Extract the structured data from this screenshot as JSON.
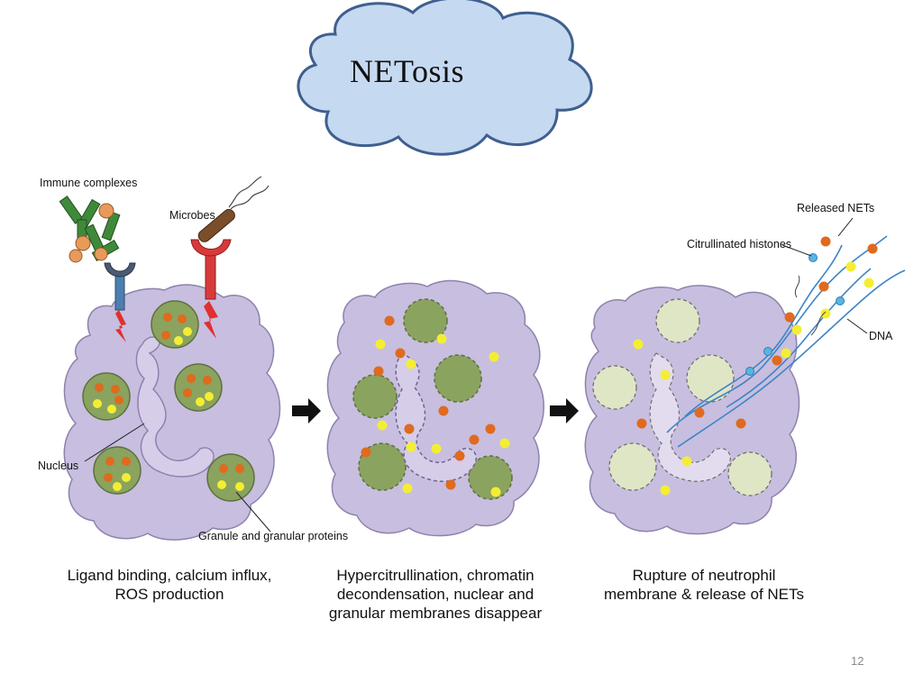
{
  "slide": {
    "title": "NETosis",
    "page_number": "12"
  },
  "labels": {
    "immune_complexes": "Immune complexes",
    "microbes": "Microbes",
    "nucleus": "Nucleus",
    "granules": "Granule and granular proteins",
    "released_nets": "Released NETs",
    "citrullinated_histones": "Citrullinated histones",
    "dna": "DNA"
  },
  "stages": [
    {
      "caption_lines": [
        "Ligand binding, calcium influx,",
        "ROS production"
      ]
    },
    {
      "caption_lines": [
        "Hypercitrullination, chromatin",
        "decondensation, nuclear and",
        "granular membranes disappear"
      ]
    },
    {
      "caption_lines": [
        "Rupture of neutrophil",
        "membrane & release of NETs"
      ]
    }
  ],
  "colors": {
    "cloud_fill": "#c5d9f1",
    "cloud_stroke": "#3f5f8f",
    "cell_fill": "#c8bedf",
    "cell_stroke": "#8e82ad",
    "granule_fill": "#8aa35f",
    "granule_faded": "#dfe6c6",
    "orange_dot": "#e06a1d",
    "yellow_dot": "#f3ee34",
    "dna_blue": "#3f84c6",
    "histone_blue": "#58b5e3",
    "receptor_blue": "#4c7fb0",
    "receptor_red": "#d83a3a",
    "antibody_green": "#3f8a3a"
  },
  "icons": [
    "arrow-right-icon",
    "lightning-bolt-icon",
    "antibody-icon",
    "microbe-icon",
    "receptor-icon"
  ]
}
